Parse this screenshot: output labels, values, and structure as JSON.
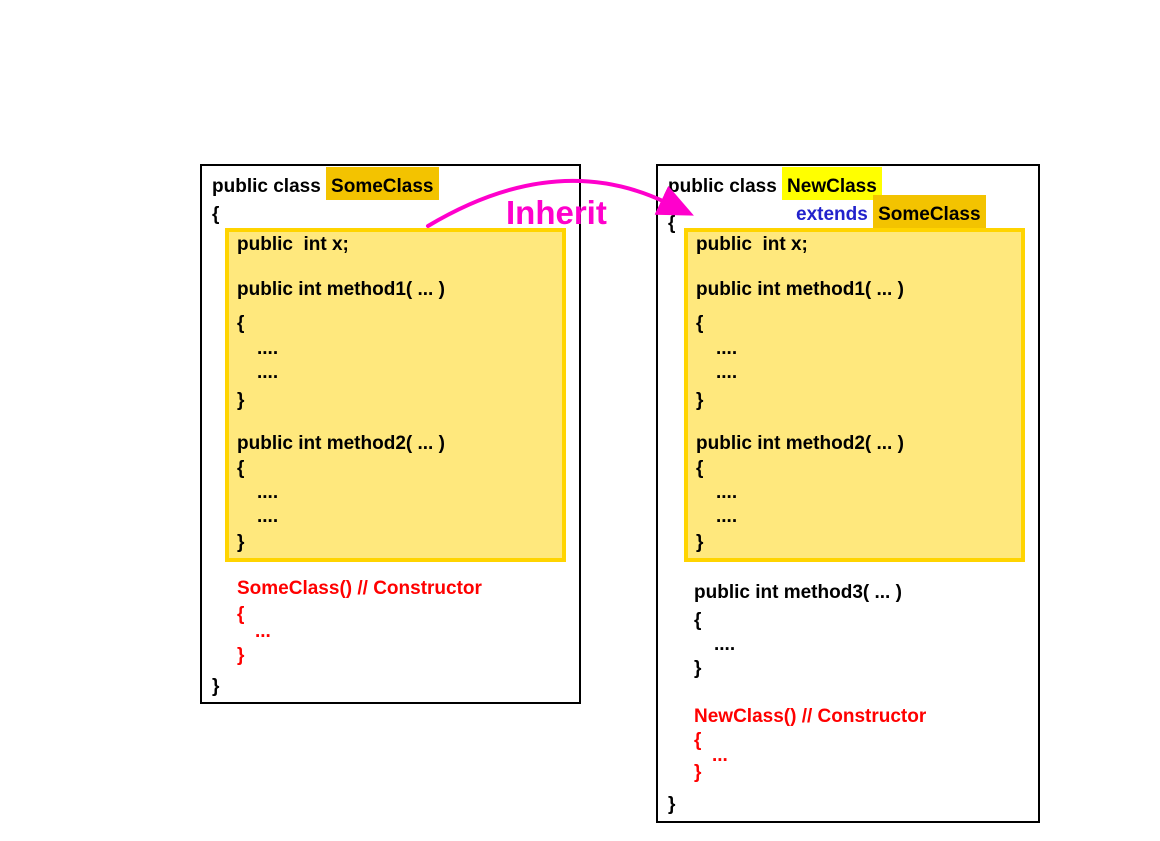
{
  "arrow": {
    "label": "Inherit"
  },
  "colors": {
    "highlight_gold": "#f3c300",
    "highlight_yellow": "#ffff00",
    "block_fill": "#ffe87d",
    "block_border": "#ffd400",
    "constructor_red": "#ff0000",
    "extends_blue": "#2222cc",
    "arrow_magenta": "#ff00cc"
  },
  "left_panel": {
    "header_prefix": "public class ",
    "class_name": "SomeClass",
    "open_brace": "{",
    "block_lines": [
      "public  int x;",
      "public int method1( ... )",
      "{",
      "....",
      "....",
      "}",
      "public int method2( ... )",
      "{",
      "....",
      "....",
      "}"
    ],
    "constructor_lines": [
      "SomeClass() // Constructor",
      "{",
      "...",
      "}"
    ],
    "close_brace": "}"
  },
  "right_panel": {
    "header_prefix": "public class ",
    "class_name": "NewClass",
    "extends_keyword": "extends ",
    "extends_class": "SomeClass",
    "open_brace": "{",
    "block_lines": [
      "public  int x;",
      "public int method1( ... )",
      "{",
      "....",
      "....",
      "}",
      "public int method2( ... )",
      "{",
      "....",
      "....",
      "}"
    ],
    "method3_lines": [
      "public int method3( ... )",
      "{",
      "....",
      "}"
    ],
    "constructor_lines": [
      "NewClass() // Constructor",
      "{",
      "...",
      "}"
    ],
    "close_brace": "}"
  }
}
